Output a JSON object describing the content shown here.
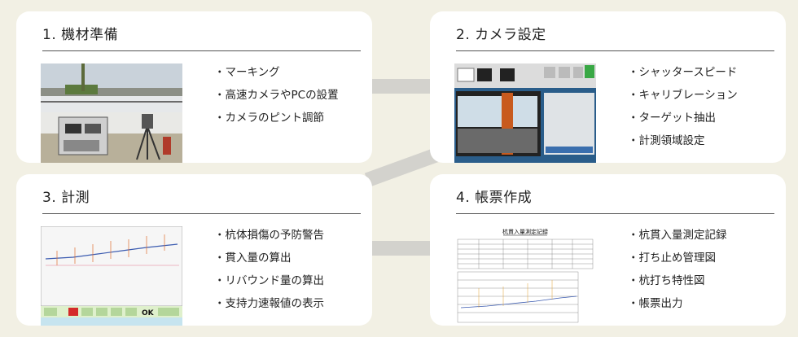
{
  "cards": [
    {
      "title": "1. 機材準備",
      "items": [
        "マーキング",
        "高速カメラやPCの設置",
        "カメラのピント調節"
      ]
    },
    {
      "title": "2. カメラ設定",
      "items": [
        "シャッタースピード",
        "キャリブレーション",
        "ターゲット抽出",
        "計測領域設定"
      ]
    },
    {
      "title": "3. 計測",
      "items": [
        "杭体損傷の予防警告",
        "貫入量の算出",
        "リバウンド量の算出",
        "支持力速報値の表示"
      ]
    },
    {
      "title": "4. 帳票作成",
      "items": [
        "杭貫入量測定記録",
        "打ち止め管理図",
        "杭打ち特性図",
        "帳票出力"
      ]
    }
  ],
  "report_sheet_title": "杭貫入量測定記録",
  "measure_screen_ok": "OK"
}
